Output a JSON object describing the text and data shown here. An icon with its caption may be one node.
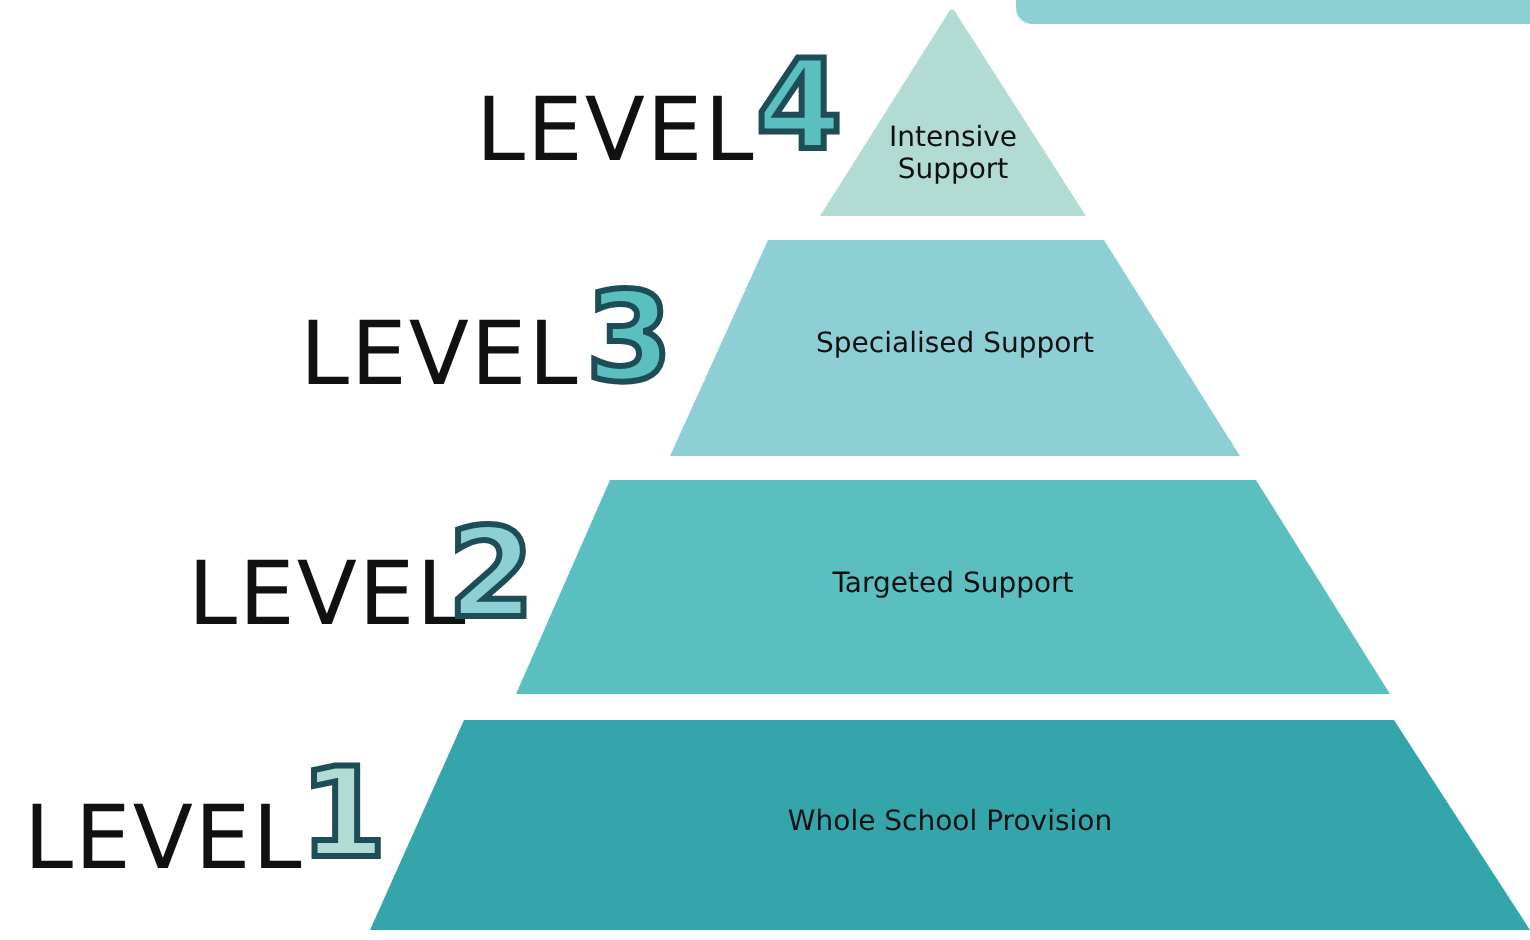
{
  "diagram": {
    "nodes": [
      {
        "text": [
          "Intensive Support"
        ],
        "beside": [
          "LEVEL",
          "4"
        ]
      },
      {
        "text": [
          "Specialised Support"
        ],
        "beside": [
          "LEVEL",
          "3"
        ]
      },
      {
        "text": [
          "Targeted Support"
        ],
        "beside": [
          "LEVEL",
          "2"
        ]
      },
      {
        "text": [
          "Whole School Provision"
        ],
        "beside": [
          "LEVEL",
          "1"
        ]
      }
    ]
  }
}
